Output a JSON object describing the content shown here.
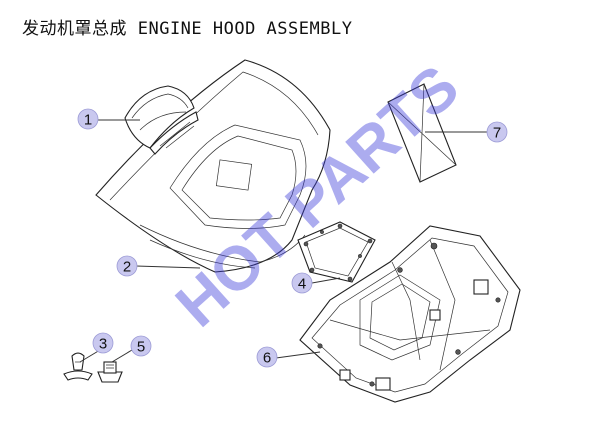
{
  "title": "发动机罩总成 ENGINE HOOD ASSEMBLY",
  "watermark": "HOT PARTS",
  "callouts": [
    {
      "num": "1"
    },
    {
      "num": "2"
    },
    {
      "num": "3"
    },
    {
      "num": "4"
    },
    {
      "num": "5"
    },
    {
      "num": "6"
    },
    {
      "num": "7"
    }
  ]
}
